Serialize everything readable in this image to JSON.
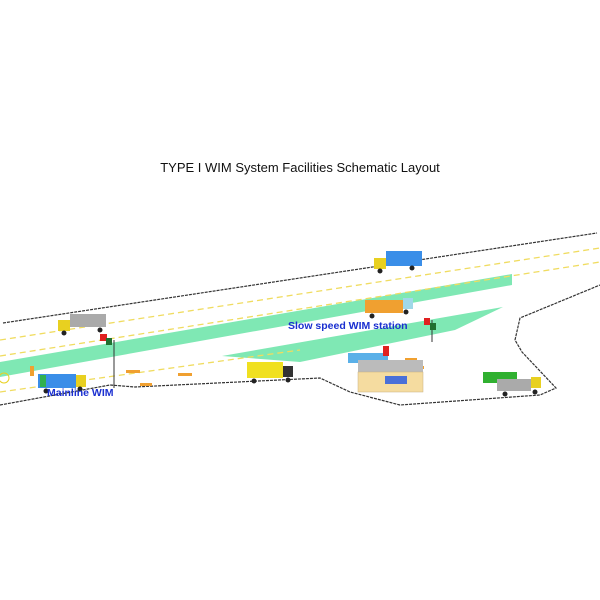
{
  "title": "TYPE I WIM System Facilities Schematic Layout",
  "labels": {
    "mainline": "Mainline WIM",
    "slow_speed": "Slow speed WIM station"
  },
  "colors": {
    "median": "#7fe8b4",
    "road_line": "#333333",
    "lane_dash": "#f0dc60",
    "label": "#1a2fd0"
  }
}
